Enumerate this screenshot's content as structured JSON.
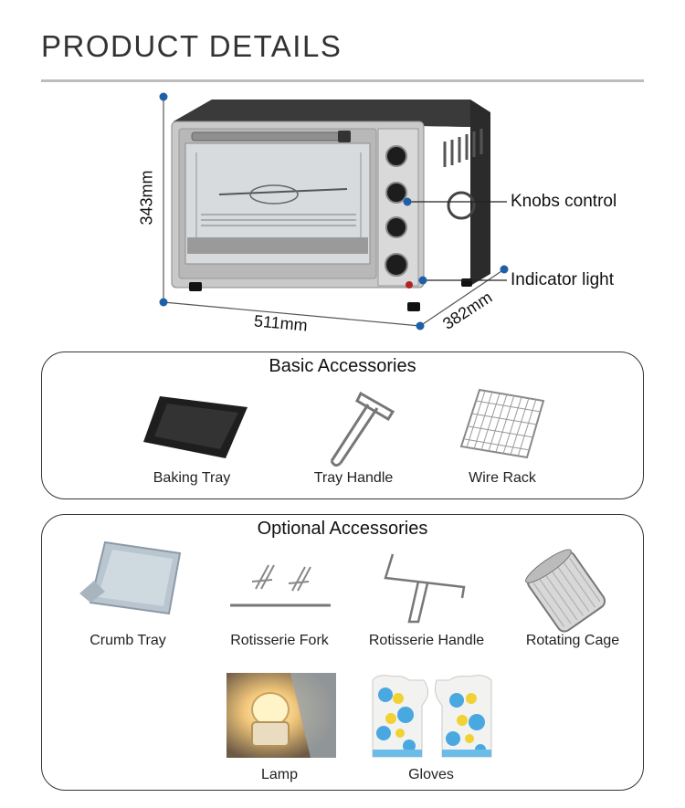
{
  "page": {
    "title": "PRODUCT  DETAILS"
  },
  "diagram": {
    "height_label": "343mm",
    "width_label": "511mm",
    "depth_label": "382mm",
    "callout_knobs": "Knobs control",
    "callout_indicator": "Indicator light",
    "dot_color": "#1f5fa8"
  },
  "basic": {
    "heading": "Basic Accessories",
    "items": [
      {
        "label": "Baking Tray",
        "icon": "baking-tray-icon"
      },
      {
        "label": "Tray Handle",
        "icon": "tray-handle-icon"
      },
      {
        "label": "Wire Rack",
        "icon": "wire-rack-icon"
      }
    ]
  },
  "optional": {
    "heading": "Optional Accessories",
    "items": [
      {
        "label": "Crumb Tray",
        "icon": "crumb-tray-icon"
      },
      {
        "label": "Rotisserie Fork",
        "icon": "rotisserie-fork-icon"
      },
      {
        "label": "Rotisserie Handle",
        "icon": "rotisserie-handle-icon"
      },
      {
        "label": "Rotating Cage",
        "icon": "rotating-cage-icon"
      },
      {
        "label": "Lamp",
        "icon": "lamp-icon"
      },
      {
        "label": "Gloves",
        "icon": "gloves-icon"
      }
    ]
  }
}
